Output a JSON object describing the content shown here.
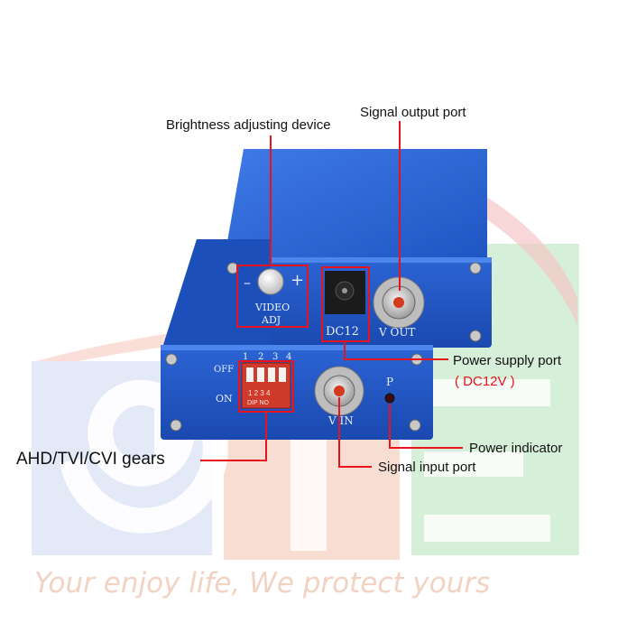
{
  "callouts": {
    "brightness": "Brightness adjusting device",
    "signal_output": "Signal output port",
    "power_supply": "Power supply port",
    "power_supply_spec": "( DC12V )",
    "power_indicator": "Power indicator",
    "signal_input": "Signal input port",
    "ahd_gears": "AHD/TVI/CVI gears"
  },
  "device_labels": {
    "minus": "–",
    "plus": "+",
    "video": "VIDEO",
    "adj": "ADJ",
    "dc12": "DC12",
    "v_out": "V OUT",
    "v_in": "V IN",
    "p": "P",
    "off": "OFF",
    "on": "ON",
    "dip_top_1": "1",
    "dip_top_2": "2",
    "dip_top_3": "3",
    "dip_top_4": "4",
    "dip_bottom_nums": "1 2 3 4",
    "dip_bottom_text": "DIP  NO"
  },
  "watermark": {
    "logo_text": "GTE",
    "slogan": "Your enjoy life, We protect yours"
  },
  "colors": {
    "callout_red": "#e8131b",
    "device_blue": "#1f57c8",
    "device_blue_dark": "#163f9c",
    "watermark_blue": "#e4e9f8",
    "watermark_red": "#f7d4c6",
    "watermark_green": "#d4eed6"
  }
}
